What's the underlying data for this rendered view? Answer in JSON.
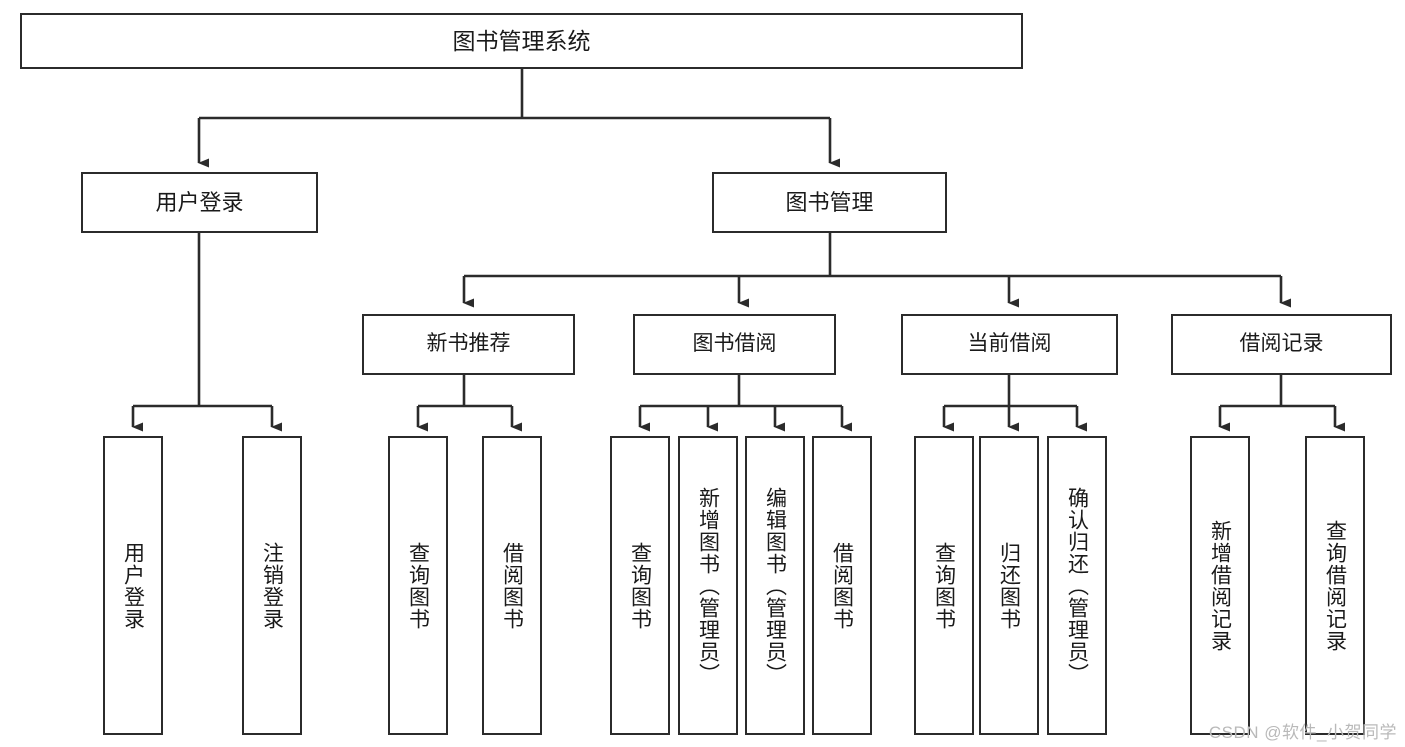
{
  "diagram": {
    "type": "hierarchy-tree",
    "title": "图书管理系统",
    "watermark": "CSDN @软件_小贺同学",
    "colors": {
      "box_border": "#2b2b2b",
      "box_fill": "#ffffff",
      "connector": "#2b2b2b",
      "text": "#1a1a1a",
      "watermark": "#b9b9b9",
      "background": "#ffffff"
    },
    "nodes": {
      "root": {
        "label": "图书管理系统"
      },
      "level1": [
        {
          "label": "用户登录"
        },
        {
          "label": "图书管理"
        }
      ],
      "level2": [
        {
          "label": "新书推荐"
        },
        {
          "label": "图书借阅"
        },
        {
          "label": "当前借阅"
        },
        {
          "label": "借阅记录"
        }
      ],
      "leaves": {
        "user_login": [
          {
            "label": "用户登录"
          },
          {
            "label": "注销登录"
          }
        ],
        "new_book": [
          {
            "label": "查询图书"
          },
          {
            "label": "借阅图书"
          }
        ],
        "book_borrow": [
          {
            "label": "查询图书"
          },
          {
            "label": "新增图书（管理员）"
          },
          {
            "label": "编辑图书（管理员）"
          },
          {
            "label": "借阅图书"
          }
        ],
        "current_borrow": [
          {
            "label": "查询图书"
          },
          {
            "label": "归还图书"
          },
          {
            "label": "确认归还（管理员）"
          }
        ],
        "borrow_record": [
          {
            "label": "新增借阅记录"
          },
          {
            "label": "查询借阅记录"
          }
        ]
      }
    }
  }
}
